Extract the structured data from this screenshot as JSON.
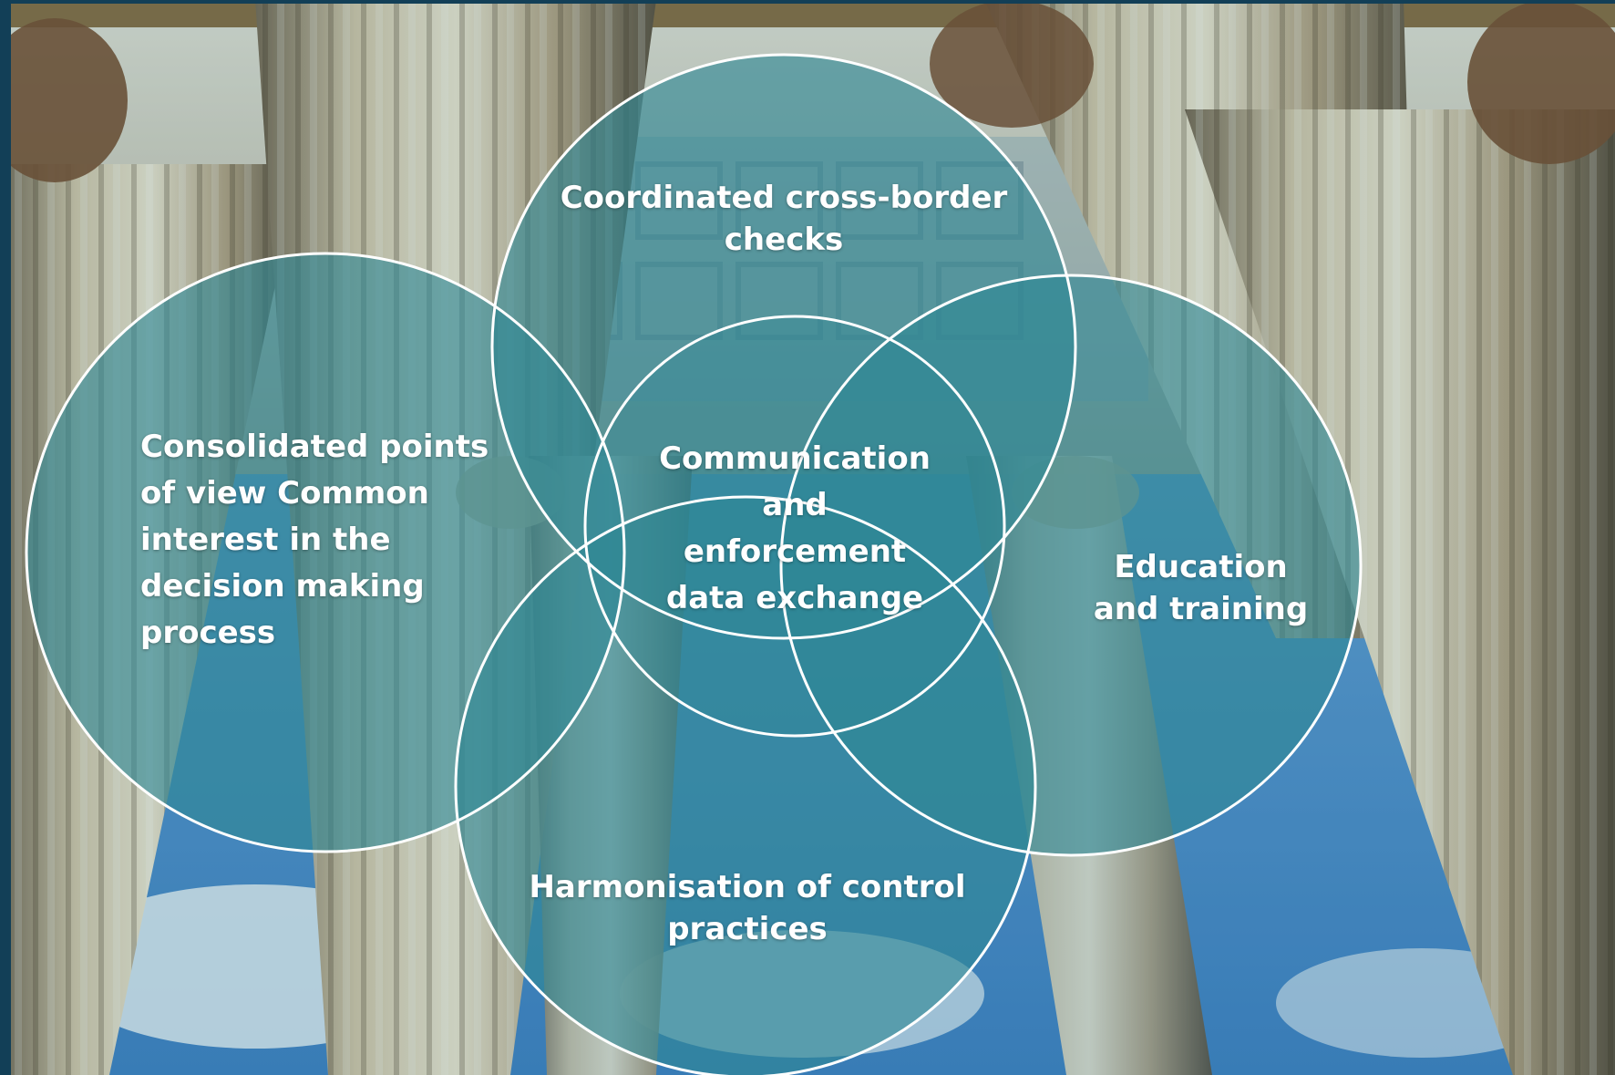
{
  "diagram": {
    "circles": [
      {
        "id": "top",
        "lines": [
          "Coordinated cross-border",
          "checks"
        ]
      },
      {
        "id": "left",
        "lines": [
          "Consolidated points",
          "of view  Common",
          "interest in the",
          "decision making",
          "process"
        ]
      },
      {
        "id": "center",
        "lines": [
          "Communication",
          "and",
          "enforcement",
          "data exchange"
        ]
      },
      {
        "id": "right",
        "lines": [
          "Education",
          "and training"
        ]
      },
      {
        "id": "bottom",
        "lines": [
          "Harmonisation of control",
          "practices"
        ]
      }
    ],
    "colors": {
      "circle_fill": "#2f8894",
      "circle_stroke": "#ffffff",
      "sky": "#5a9ed6",
      "stone": "#b9a488",
      "frame": "#123f57"
    }
  }
}
